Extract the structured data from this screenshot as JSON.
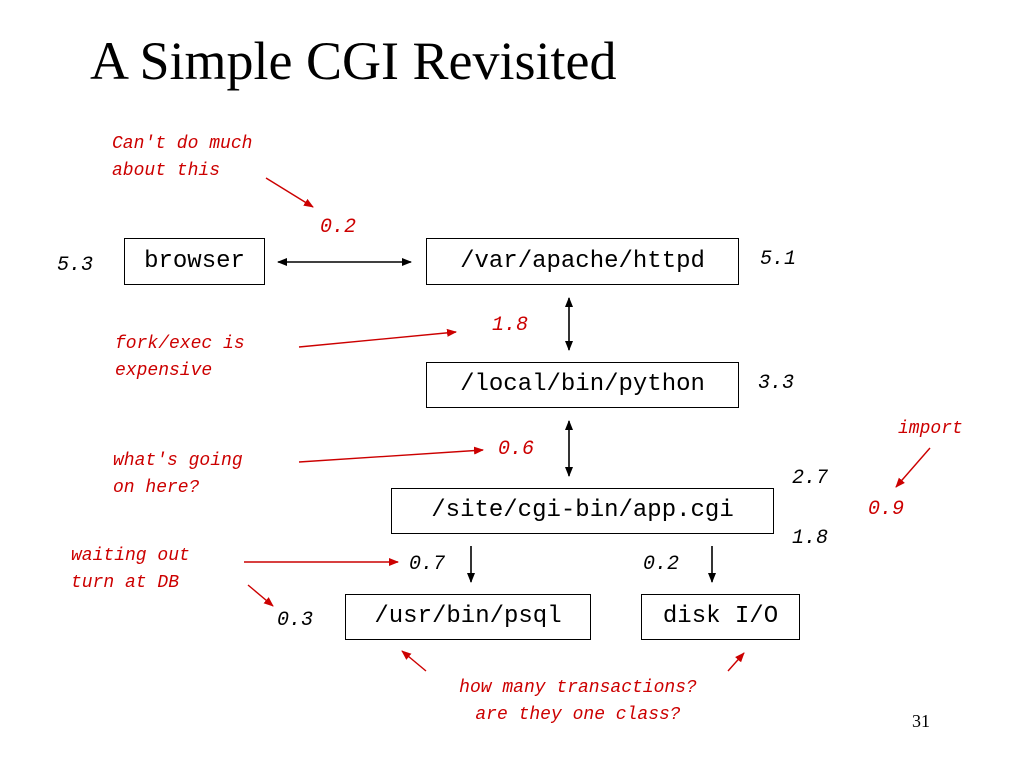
{
  "title": "A Simple CGI Revisited",
  "page_number": "31",
  "boxes": {
    "browser": "browser",
    "httpd": "/var/apache/httpd",
    "python": "/local/bin/python",
    "app": "/site/cgi-bin/app.cgi",
    "psql": "/usr/bin/psql",
    "disk": "disk I/O"
  },
  "times": {
    "browser": "5.3",
    "httpd": "5.1",
    "network": "0.2",
    "fork_exec": "1.8",
    "python": "3.3",
    "startup": "0.6",
    "app_total": "2.7",
    "import": "0.9",
    "app_self": "1.8",
    "db_call": "0.7",
    "disk_call": "0.2",
    "db_wait": "0.3"
  },
  "notes": {
    "cant_do": [
      "Can't do much",
      "about this"
    ],
    "fork_exec": [
      "fork/exec is",
      "expensive"
    ],
    "whats_going": [
      "what's going",
      "on here?"
    ],
    "import": "import",
    "waiting": [
      "waiting out",
      "turn at DB"
    ],
    "transactions": [
      "how many transactions?",
      "are they one class?"
    ]
  },
  "colors": {
    "annotation": "#cc0000",
    "text": "#000000"
  }
}
